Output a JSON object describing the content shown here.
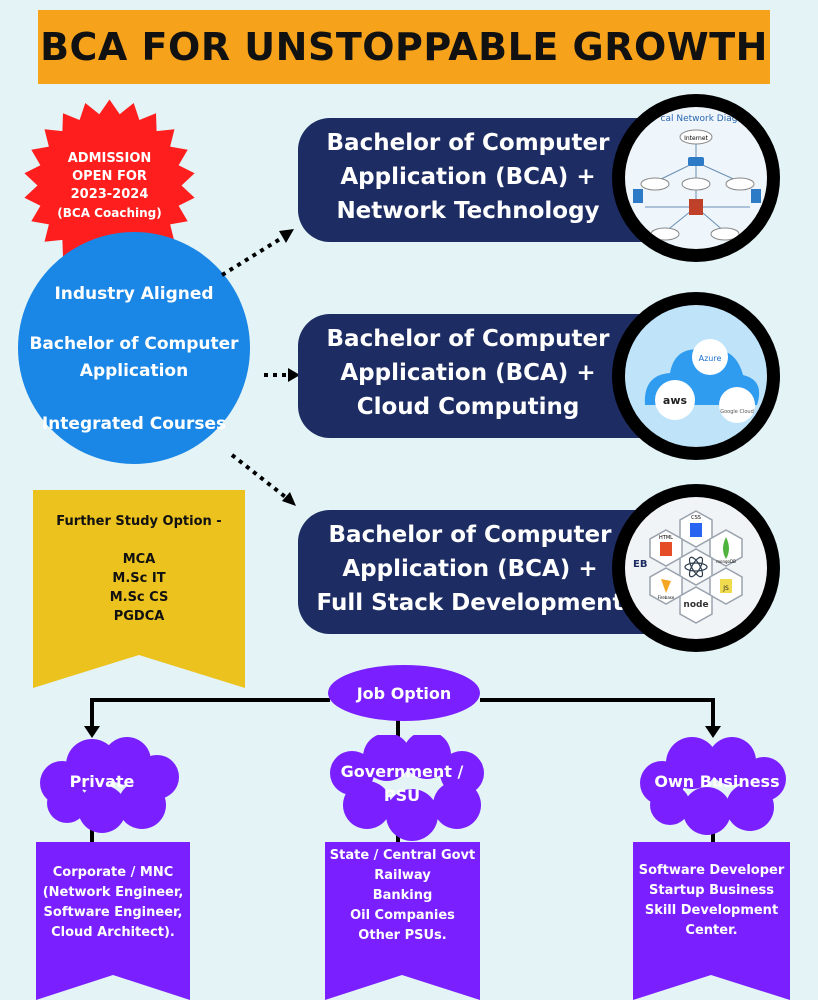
{
  "title": "BCA FOR UNSTOPPABLE GROWTH",
  "badge": {
    "line1": "ADMISSION",
    "line2": "OPEN FOR",
    "line3": "2023-2024",
    "line4": "(BCA Coaching)"
  },
  "center": {
    "line1": "Industry Aligned",
    "line2a": "Bachelor of Computer",
    "line2b": "Application",
    "line3": "Integrated Courses"
  },
  "further": {
    "heading": "Further Study Option -",
    "options": [
      "MCA",
      "M.Sc IT",
      "M.Sc CS",
      "PGDCA"
    ]
  },
  "courses": [
    {
      "line1": "Bachelor of Computer",
      "line2": "Application (BCA) +",
      "line3": "Network Technology"
    },
    {
      "line1": "Bachelor of Computer",
      "line2": "Application (BCA) +",
      "line3": "Cloud Computing"
    },
    {
      "line1": "Bachelor of Computer",
      "line2": "Application (BCA) +",
      "line3": "Full Stack Development"
    }
  ],
  "images": {
    "network_title": "cal Network Diag",
    "network_node": "Internet",
    "cloud_azure": "Azure",
    "cloud_aws": "aws",
    "cloud_google": "Google Cloud",
    "stack_css": "CSS",
    "stack_html": "HTML",
    "stack_mongo": "mongoDB",
    "stack_firebase": "Firebase",
    "stack_node": "node",
    "stack_js": "JS",
    "stack_side": "EB"
  },
  "jobs": {
    "label": "Job Option",
    "private": {
      "label": "Private",
      "lines": [
        "Corporate / MNC",
        "(Network Engineer,",
        "Software Engineer,",
        "Cloud Architect)."
      ]
    },
    "government": {
      "label1": "Government /",
      "label2": "PSU",
      "lines": [
        "State / Central Govt",
        "Railway",
        "Banking",
        "Oil Companies",
        "Other PSUs."
      ]
    },
    "business": {
      "label": "Own Business",
      "lines": [
        "Software Developer",
        "Startup Business",
        "Skill Development",
        "Center."
      ]
    }
  },
  "colors": {
    "background": "#e3f3f6",
    "title_bar": "#f6a21b",
    "badge_red": "#ff1e1e",
    "circle_blue": "#1a87e6",
    "course_navy": "#1d2c63",
    "further_yellow": "#ecc21e",
    "job_purple": "#7a1fff"
  }
}
